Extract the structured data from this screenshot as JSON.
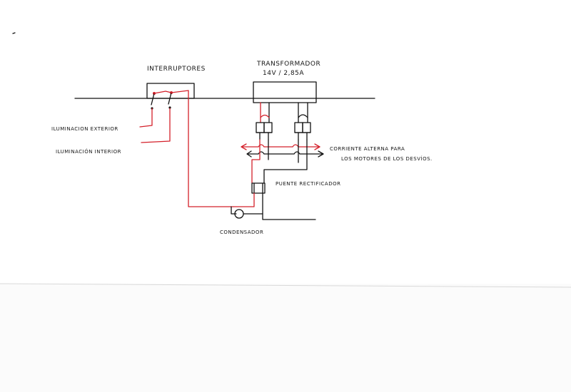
{
  "labels": {
    "switches": "INTERRUPTORES",
    "transformer_line1": "TRANSFORMADOR",
    "transformer_line2": "14V / 2,85A",
    "exterior_lighting": "ILUMINACION EXTERIOR",
    "interior_lighting": "ILUMINACIÓN INTERIOR",
    "ac_line1": "CORRIENTE ALTERNA PARA",
    "ac_line2": "LOS MOTORES DE LOS DESVÍOS.",
    "rectifier": "PUENTE RECTIFICADOR",
    "capacitor": "CONDENSADOR"
  },
  "colors": {
    "ink": "#111111",
    "red_wire": "#d4202a",
    "paper": "#ffffff"
  }
}
